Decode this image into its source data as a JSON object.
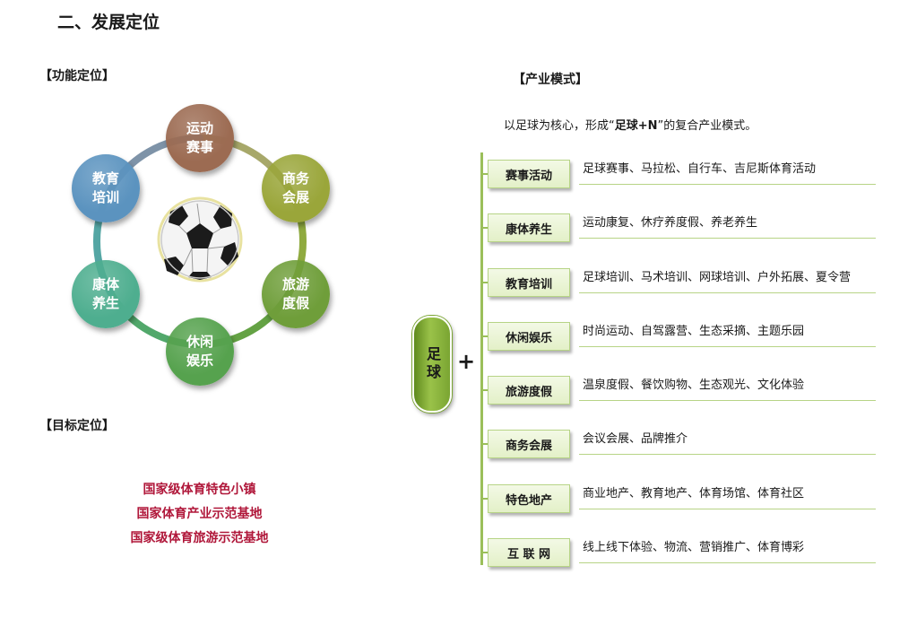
{
  "page_title": "二、发展定位",
  "function_section": {
    "label": "【功能定位】",
    "nodes": [
      {
        "label": "运动\n赛事",
        "color": "#9c6b52"
      },
      {
        "label": "商务\n会展",
        "color": "#9aa63a"
      },
      {
        "label": "旅游\n度假",
        "color": "#6f9e3a"
      },
      {
        "label": "休闲\n娱乐",
        "color": "#56a24e"
      },
      {
        "label": "康体\n养生",
        "color": "#4eae8f"
      },
      {
        "label": "教育\n培训",
        "color": "#5b93bf"
      }
    ],
    "center_icon": "soccer-ball-icon"
  },
  "goal_section": {
    "label": "【目标定位】",
    "goals": [
      "国家级体育特色小镇",
      "国家体育产业示范基地",
      "国家级体育旅游示范基地"
    ]
  },
  "industry_section": {
    "label": "【产业模式】",
    "intro_prefix": "以足球为核心，形成“",
    "intro_bold": "足球+N",
    "intro_suffix": "”的复合产业模式。",
    "core_label": "足球",
    "plus": "+",
    "categories": [
      {
        "name": "赛事活动",
        "desc": "足球赛事、马拉松、自行车、吉尼斯体育活动"
      },
      {
        "name": "康体养生",
        "desc": "运动康复、休疗养度假、养老养生"
      },
      {
        "name": "教育培训",
        "desc": "足球培训、马术培训、网球培训、户外拓展、夏令营"
      },
      {
        "name": "休闲娱乐",
        "desc": "时尚运动、自驾露营、生态采摘、主题乐园"
      },
      {
        "name": "旅游度假",
        "desc": "温泉度假、餐饮购物、生态观光、文化体验"
      },
      {
        "name": "商务会展",
        "desc": "会议会展、品牌推介"
      },
      {
        "name": "特色地产",
        "desc": "商业地产、教育地产、体育场馆、体育社区"
      },
      {
        "name": "互 联 网",
        "desc": "线上线下体验、物流、营销推广、体育博彩"
      }
    ]
  }
}
